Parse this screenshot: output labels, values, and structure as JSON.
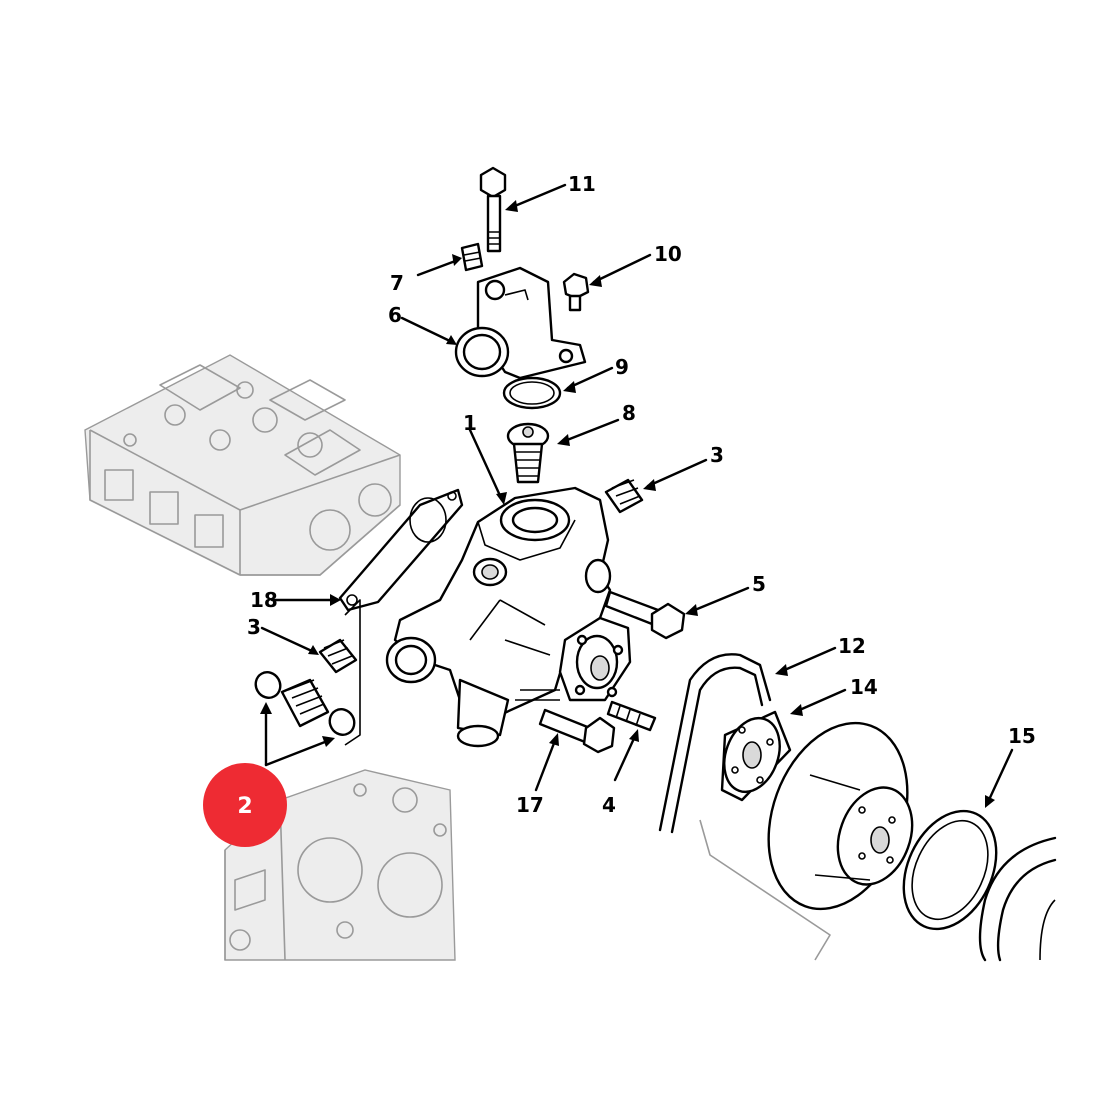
{
  "callouts": {
    "c1": "1",
    "c3a": "3",
    "c3b": "3",
    "c4": "4",
    "c5": "5",
    "c6": "6",
    "c7": "7",
    "c8": "8",
    "c9": "9",
    "c10": "10",
    "c11": "11",
    "c12": "12",
    "c14": "14",
    "c15": "15",
    "c17": "17",
    "c18": "18"
  },
  "badge": {
    "label": "2",
    "color": "#ee2b33"
  }
}
